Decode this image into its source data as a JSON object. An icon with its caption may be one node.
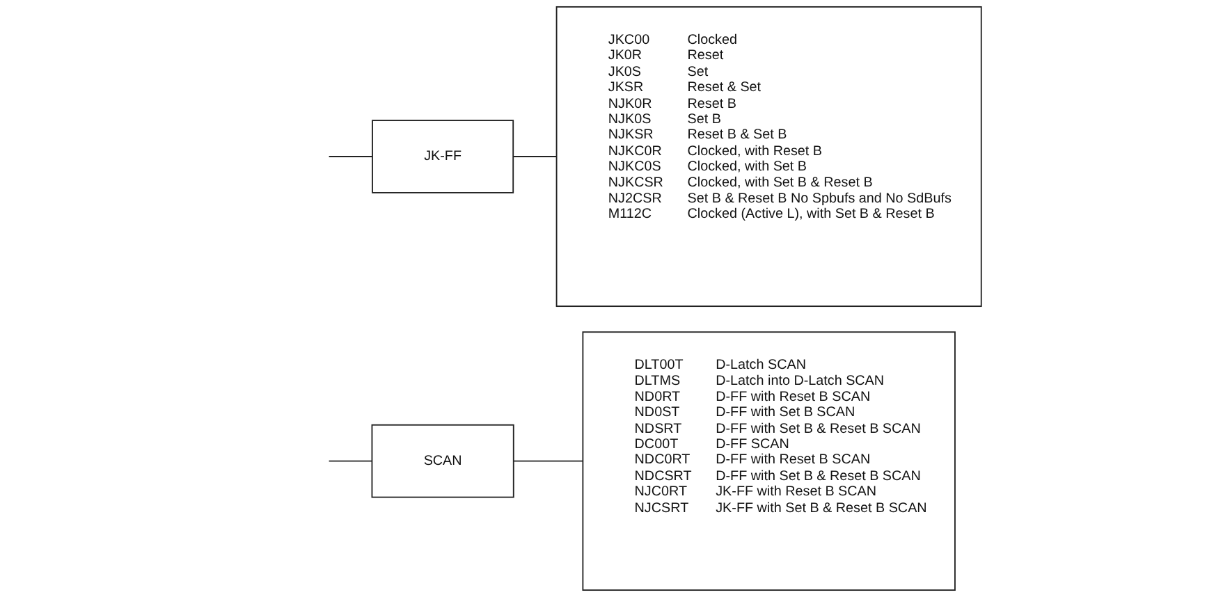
{
  "diagram": {
    "nodes": [
      {
        "text": [
          "JK-FF"
        ]
      },
      {
        "text": [
          "JKC00",
          "Clocked",
          "JK0R",
          "Reset",
          "JK0S",
          "Set",
          "JKSR",
          "Reset & Set",
          "NJK0R",
          "Reset B",
          "NJK0S",
          "Set B",
          "NJKSR",
          "Reset B & Set B",
          "NJKC0R",
          "Clocked, with Reset B",
          "NJKC0S",
          "Clocked, with Set B",
          "NJKCSR",
          "Clocked, with Set B & Reset B",
          "NJ2CSR",
          "Set B & Reset B No Spbufs and No SdBufs",
          "M112C",
          "Clocked (Active L), with Set B & Reset B"
        ]
      },
      {
        "text": [
          "SCAN"
        ]
      },
      {
        "text": [
          "DLT00T",
          "D-Latch SCAN",
          "DLTMS",
          "D-Latch into D-Latch SCAN",
          "ND0RT",
          "D-FF with Reset B SCAN",
          "ND0ST",
          "D-FF with Set B SCAN",
          "NDSRT",
          "D-FF with Set B & Reset B SCAN",
          "DC00T",
          "D-FF SCAN",
          "NDC0RT",
          "D-FF with Reset B SCAN",
          "NDCSRT",
          "D-FF with Set B & Reset B SCAN",
          "NJC0RT",
          "JK-FF with Reset B SCAN",
          "NJCSRT",
          "JK-FF with Set B & Reset B SCAN"
        ]
      }
    ],
    "edges": [
      {
        "from": null,
        "to": 0,
        "arrow": "none"
      },
      {
        "from": 0,
        "to": 1,
        "arrow": "none"
      },
      {
        "from": null,
        "to": 2,
        "arrow": "none"
      },
      {
        "from": 2,
        "to": 3,
        "arrow": "none"
      }
    ]
  }
}
